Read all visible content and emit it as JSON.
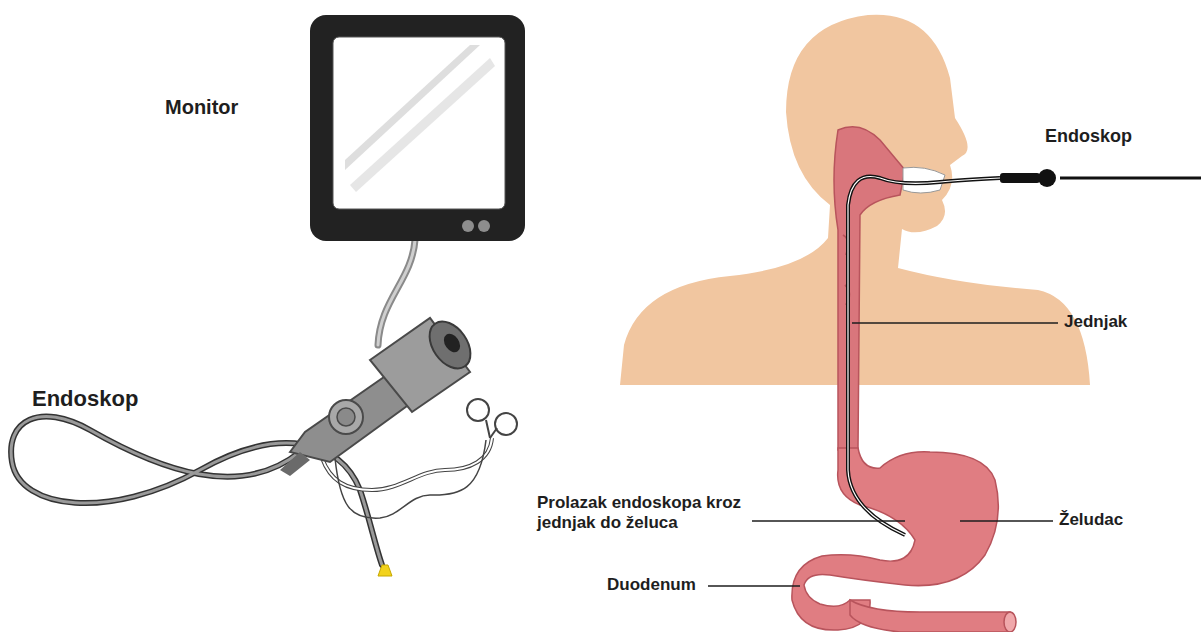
{
  "diagram": {
    "labels": [
      "Monitor",
      "Endoskop",
      "Endoskop",
      "Jednjak",
      "Želudac",
      "Prolazak endoskopa kroz jednjak do želuca",
      "Duodenum"
    ]
  }
}
